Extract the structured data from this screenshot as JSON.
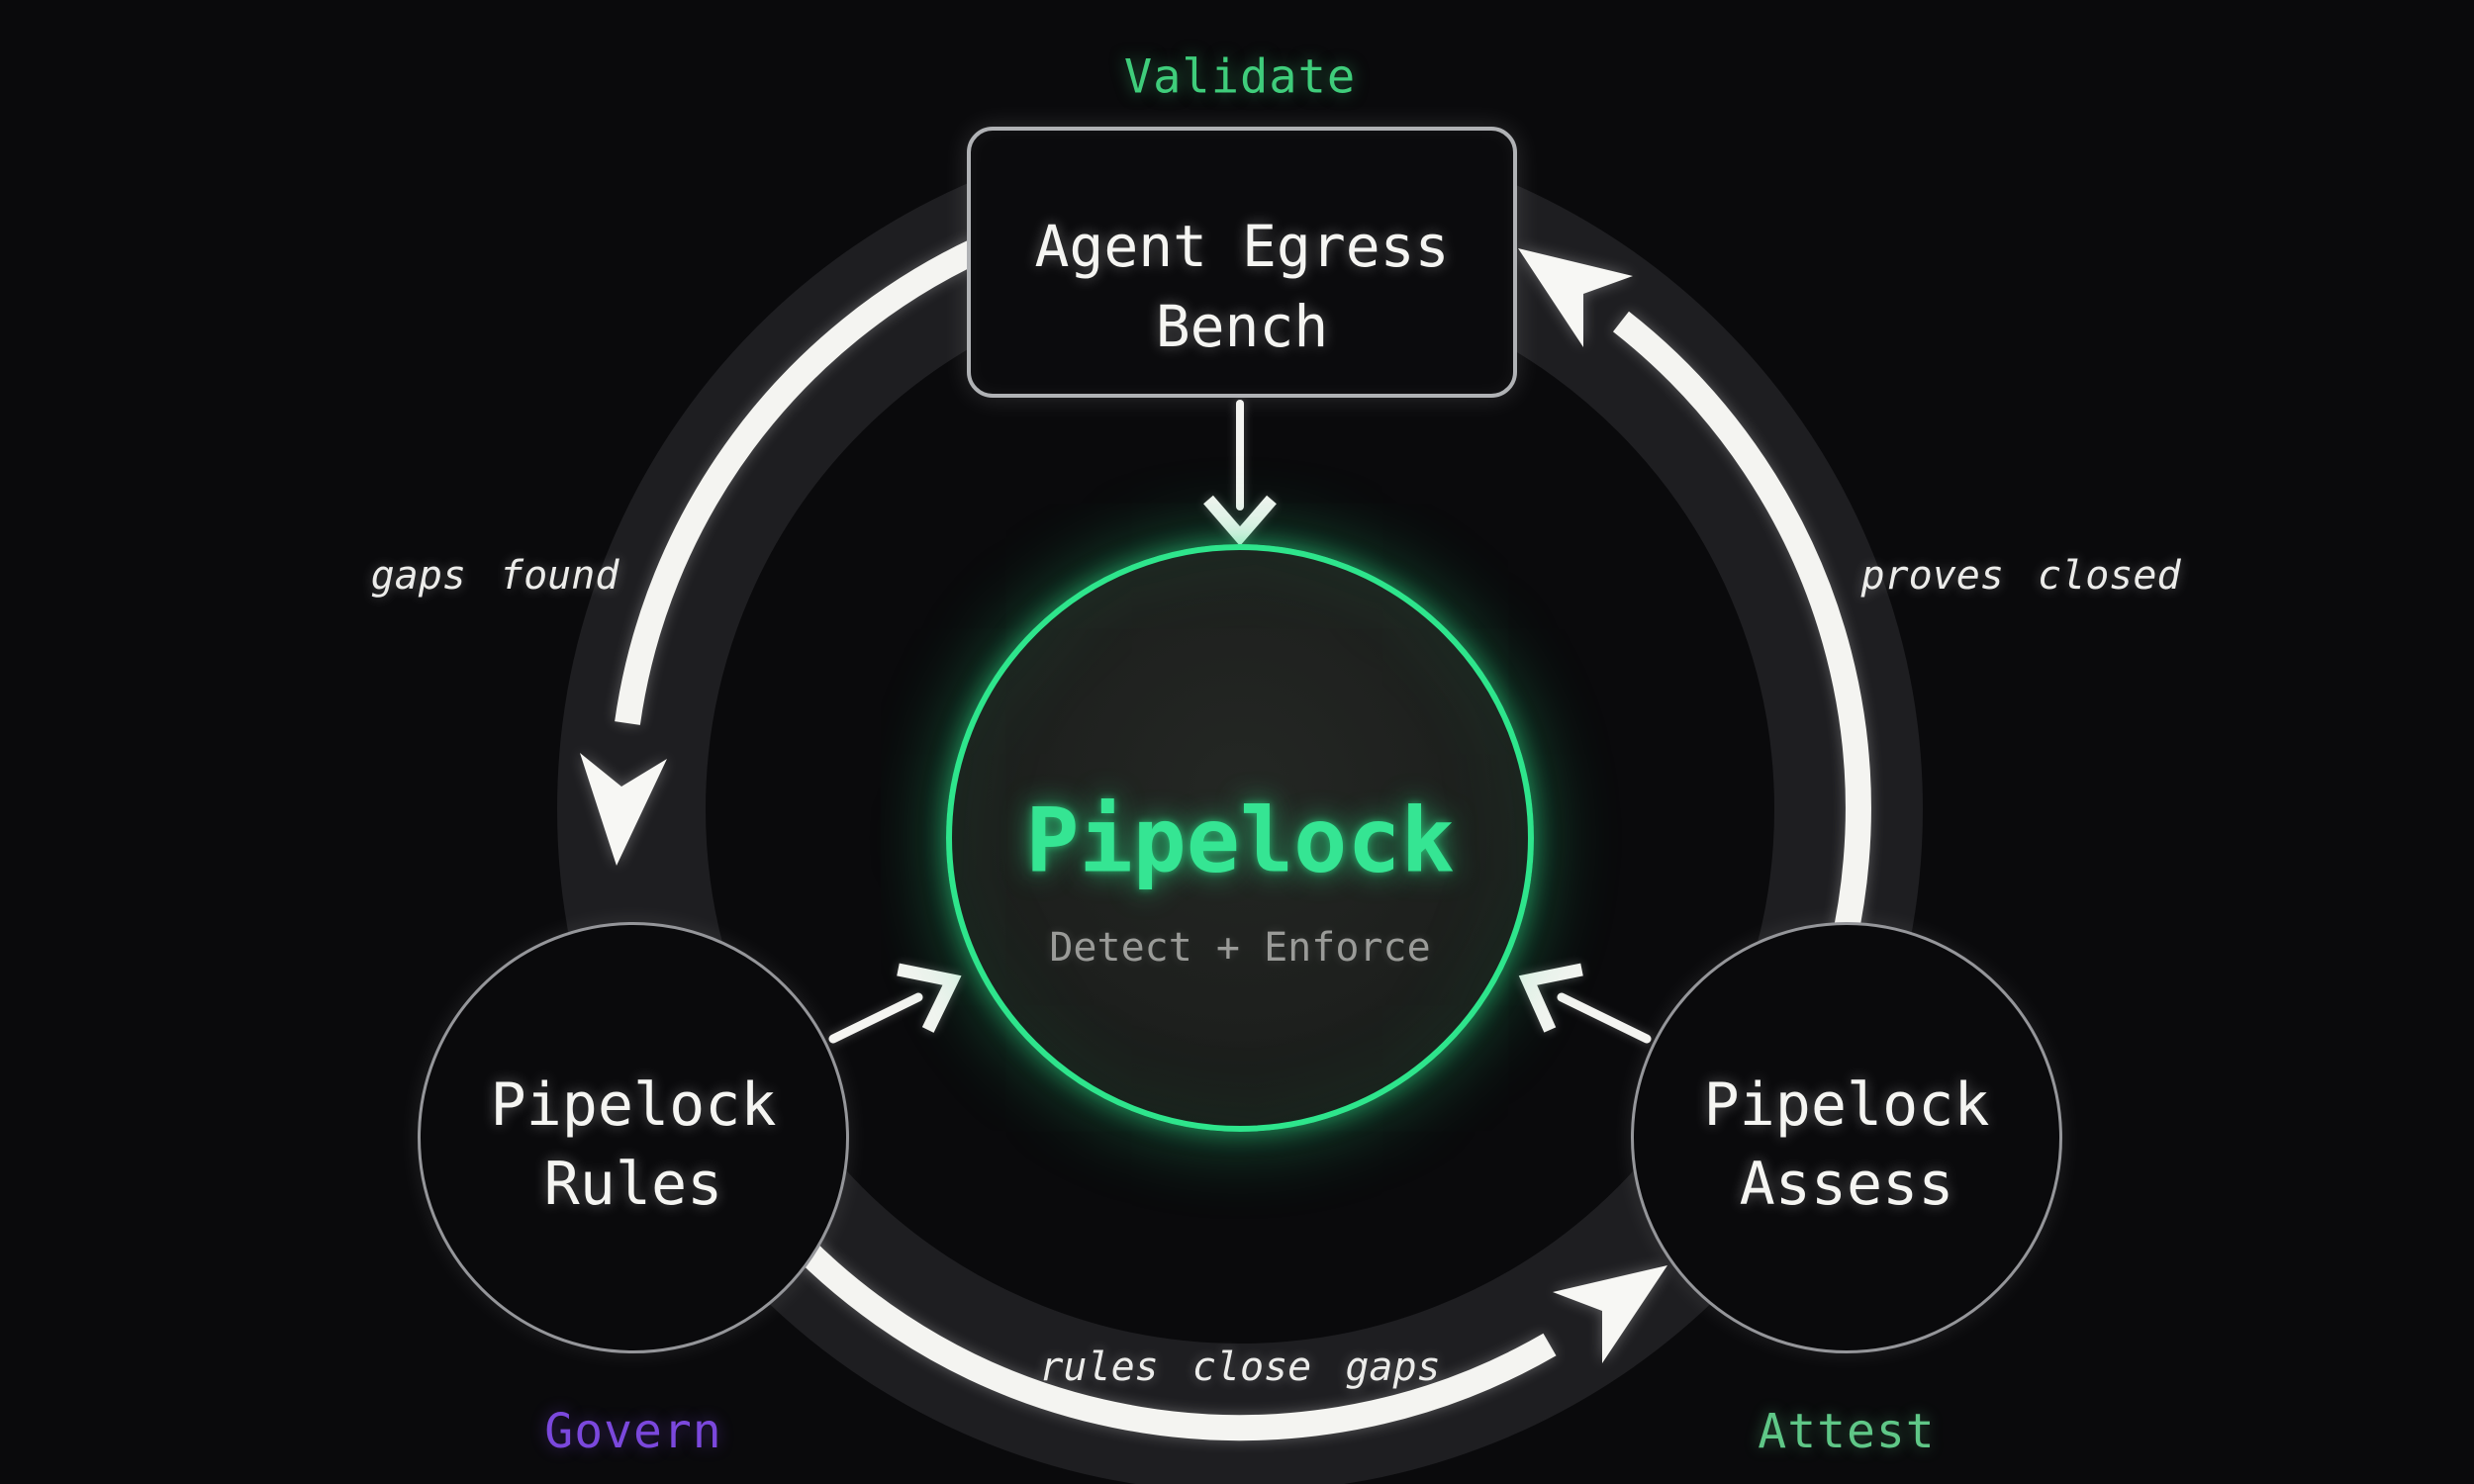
{
  "diagram": {
    "center": {
      "title": "Pipelock",
      "subtitle": "Detect + Enforce"
    },
    "nodes": [
      {
        "id": "agent-egress-bench",
        "lines": [
          "Agent Egress",
          "Bench"
        ],
        "stage": "Validate",
        "shape": "rounded-rect"
      },
      {
        "id": "pipelock-rules",
        "lines": [
          "Pipelock",
          "Rules"
        ],
        "stage": "Govern",
        "shape": "circle"
      },
      {
        "id": "pipelock-assess",
        "lines": [
          "Pipelock",
          "Assess"
        ],
        "stage": "Attest",
        "shape": "circle"
      }
    ],
    "edges": [
      {
        "from": "agent-egress-bench",
        "to": "pipelock-rules",
        "label": "gaps found"
      },
      {
        "from": "pipelock-rules",
        "to": "pipelock-assess",
        "label": "rules close gaps"
      },
      {
        "from": "pipelock-assess",
        "to": "agent-egress-bench",
        "label": "proves closed"
      }
    ],
    "colors": {
      "background": "#0a0a0c",
      "accent_green": "#2ee58c",
      "title_green": "#35e593",
      "validate_green": "#3fcd7b",
      "attest_green": "#5fc787",
      "govern_purple": "#7b48dd",
      "subtitle_gray": "#9a9b98",
      "arrow_white": "#f4f4f1",
      "ring_track_gray": "#1e1e21",
      "circle_border_gray": "#95969a",
      "box_border_gray": "#b0b2b5"
    }
  }
}
